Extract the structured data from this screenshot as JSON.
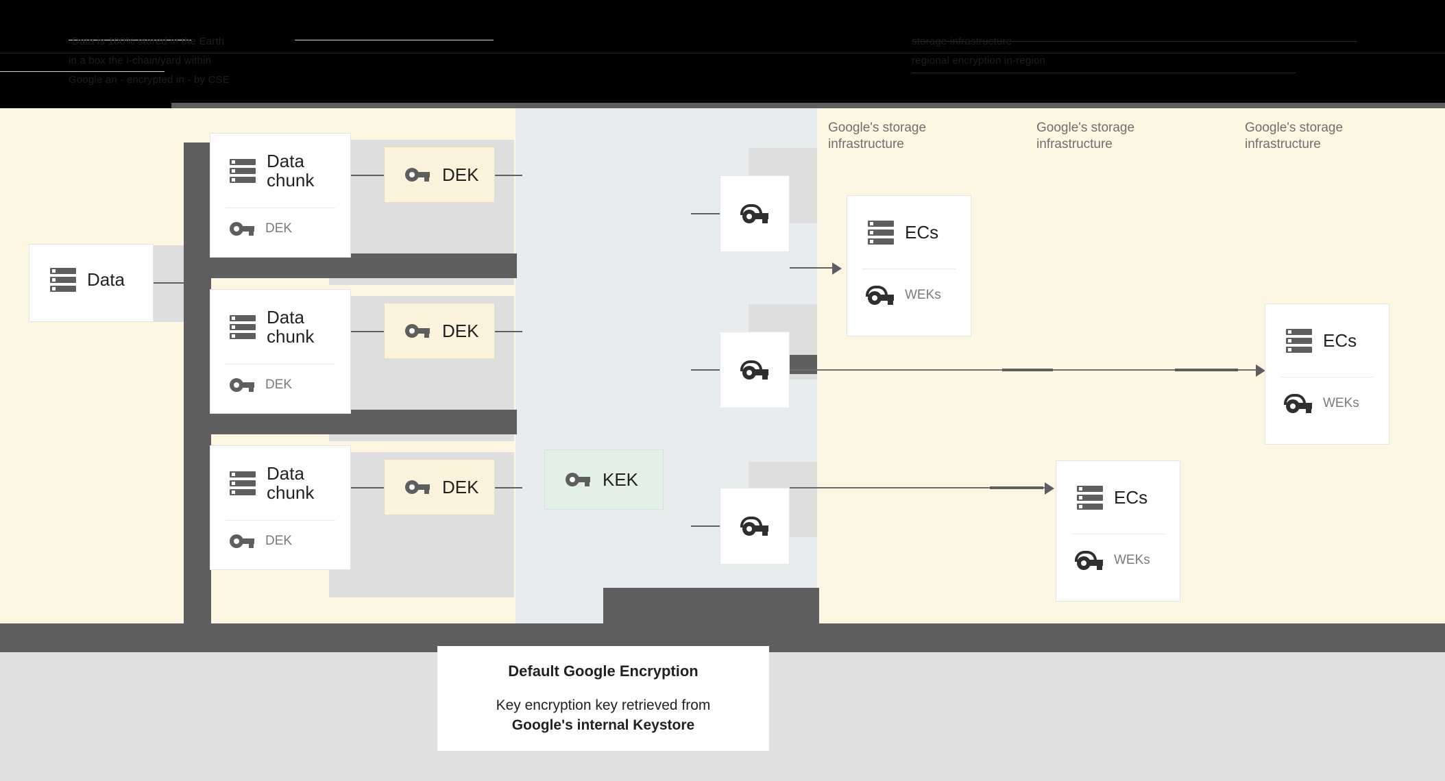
{
  "header": {
    "obscured_lines": [
      "Data is              100% stored in the Earth",
      "in a box            the i-chain/yard within",
      "Google                an - encrypted in - by  CSE"
    ],
    "right_lines": [
      "storage     infrastructure",
      "regional    encryption    in-region"
    ]
  },
  "diagram": {
    "zones": {
      "left_label": "",
      "middle_label": "",
      "storage_labels": [
        "Google's storage\ninfrastructure",
        "Google's storage\ninfrastructure",
        "Google's storage\ninfrastructure"
      ],
      "storage_label_line1": "Google's storage",
      "storage_label_line2": "infrastructure"
    },
    "data_card": {
      "title": "Data",
      "icon": "server-stack-icon"
    },
    "chunks": [
      {
        "title_line1": "Data",
        "title_line2": "chunk",
        "key_label": "DEK",
        "icon": "server-stack-icon",
        "key_icon": "key-icon"
      },
      {
        "title_line1": "Data",
        "title_line2": "chunk",
        "key_label": "DEK",
        "icon": "server-stack-icon",
        "key_icon": "key-icon"
      },
      {
        "title_line1": "Data",
        "title_line2": "chunk",
        "key_label": "DEK",
        "icon": "server-stack-icon",
        "key_icon": "key-icon"
      }
    ],
    "dek_boxes": [
      {
        "label": "DEK",
        "icon": "key-icon",
        "color": "#fdf3dc"
      },
      {
        "label": "DEK",
        "icon": "key-icon",
        "color": "#fdf3dc"
      },
      {
        "label": "DEK",
        "icon": "key-icon",
        "color": "#fdf3dc"
      }
    ],
    "kek_box": {
      "label": "KEK",
      "icon": "key-icon",
      "color": "#e2f0e8"
    },
    "wek_tiles": [
      {
        "icon": "wrapped-key-icon"
      },
      {
        "icon": "wrapped-key-icon"
      },
      {
        "icon": "wrapped-key-icon"
      }
    ],
    "ec_cards": [
      {
        "title": "ECs",
        "key_label": "WEKs",
        "icon": "server-stack-icon",
        "key_icon": "wrapped-key-icon"
      },
      {
        "title": "ECs",
        "key_label": "WEKs",
        "icon": "server-stack-icon",
        "key_icon": "wrapped-key-icon"
      },
      {
        "title": "ECs",
        "key_label": "WEKs",
        "icon": "server-stack-icon",
        "key_icon": "wrapped-key-icon"
      }
    ]
  },
  "caption": {
    "title": "Default Google Encryption",
    "body_line1": "Key encryption key retrieved from",
    "body_line2": "Google's internal Keystore"
  },
  "colors": {
    "zone_cream": "#fdf6e3",
    "zone_grey_blue": "#e7ecee",
    "bar_dark": "#5e5e5e",
    "plate_grey": "#dedede",
    "dek_fill": "#fdf3dc",
    "kek_fill": "#e2f0e8",
    "bottom_grey": "#dfdfdf"
  }
}
